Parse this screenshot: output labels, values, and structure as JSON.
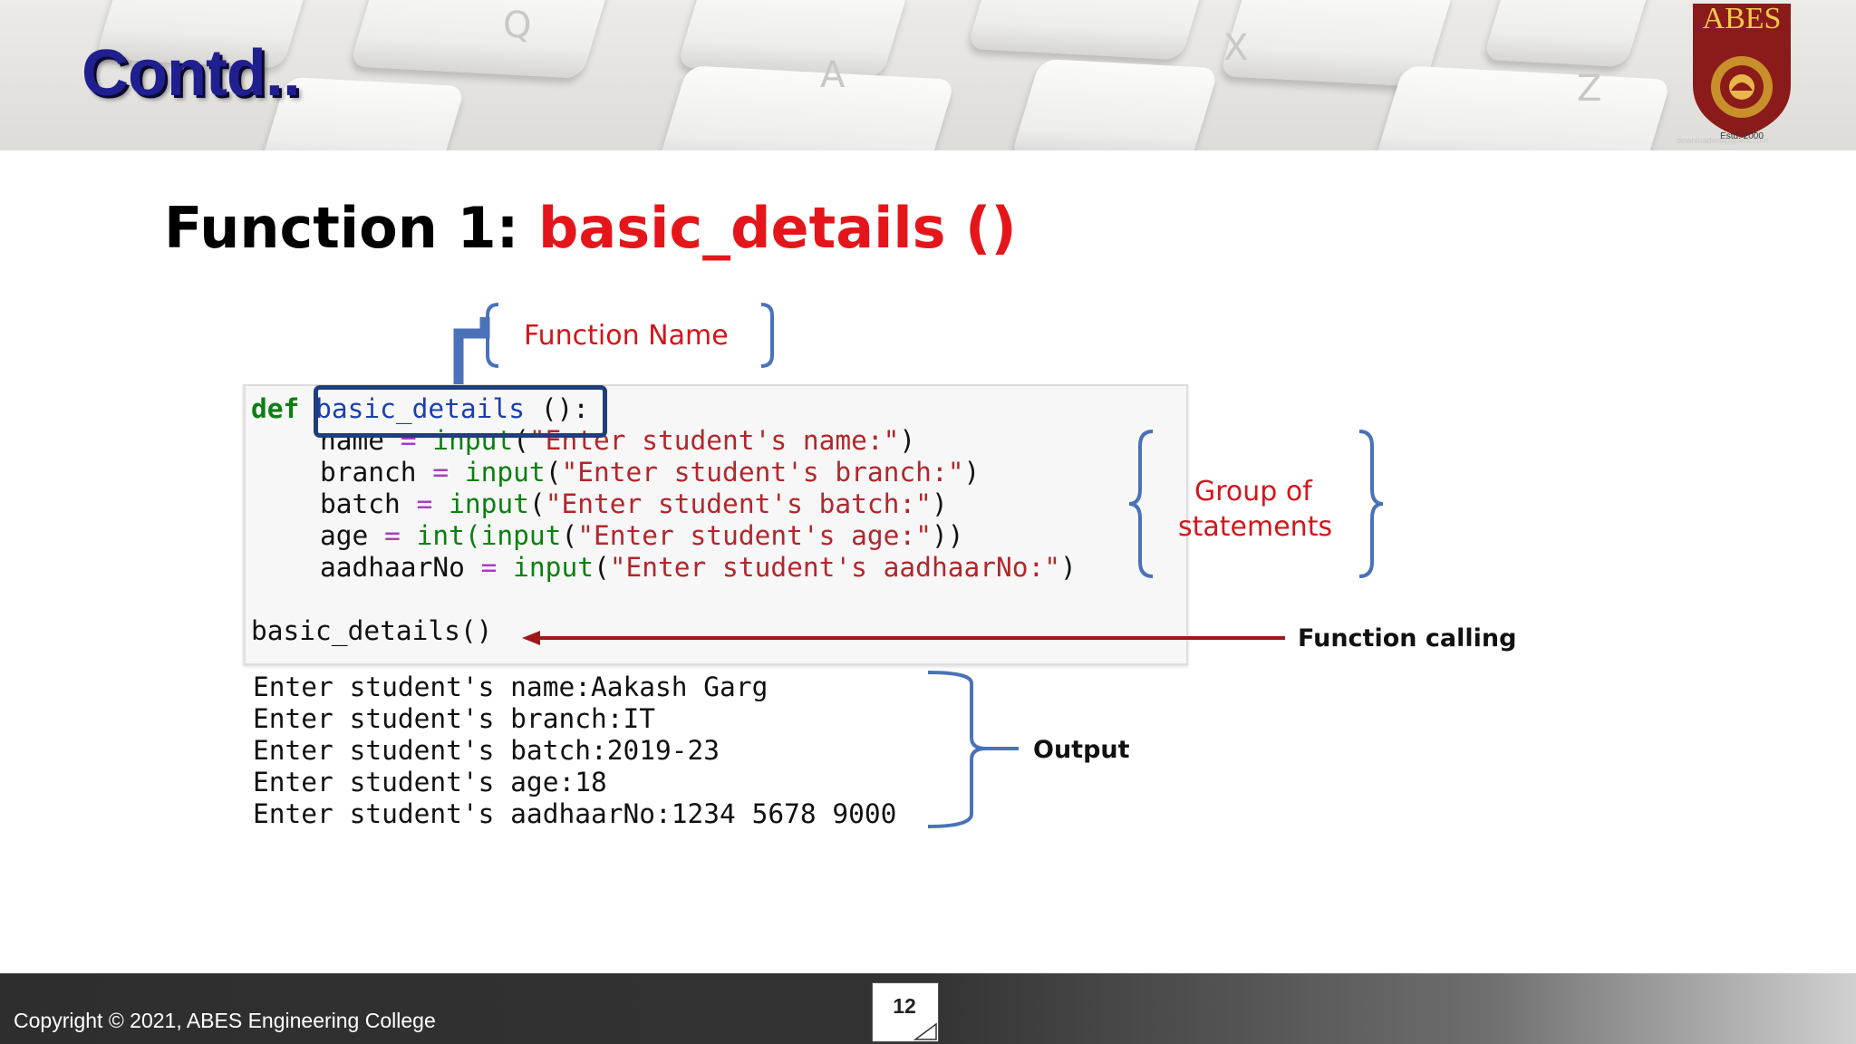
{
  "header": {
    "title": "Contd..",
    "logo_text": "ABES",
    "logo_est": "Estd. 2000",
    "watermark": "downloadwallpapers.com"
  },
  "slide": {
    "title_prefix": "Function 1: ",
    "title_function": "basic_details ()"
  },
  "code": {
    "line1": {
      "keyword": "def",
      "name": "basic_details",
      "rest": " ():"
    },
    "lines": [
      {
        "var": "name",
        "eq": "=",
        "call": "input",
        "open": "(",
        "str": "\"Enter student's name:\"",
        "close": ")"
      },
      {
        "var": "branch",
        "eq": "=",
        "call": "input",
        "open": "(",
        "str": "\"Enter student's branch:\"",
        "close": ")"
      },
      {
        "var": "batch",
        "eq": "=",
        "call": "input",
        "open": "(",
        "str": "\"Enter student's batch:\"",
        "close": ")"
      },
      {
        "var": "age",
        "eq": "=",
        "call": "int(input",
        "open": "(",
        "str": "\"Enter student's age:\"",
        "close": "))"
      },
      {
        "var": "aadhaarNo",
        "eq": "=",
        "call": "input",
        "open": "(",
        "str": "\"Enter student's aadhaarNo:\"",
        "close": ")"
      }
    ],
    "call_line": "basic_details()"
  },
  "output": [
    "Enter student's name:Aakash Garg",
    "Enter student's branch:IT",
    "Enter student's batch:2019-23",
    "Enter student's age:18",
    "Enter student's aadhaarNo:1234 5678 9000"
  ],
  "annotations": {
    "function_name": "Function Name",
    "group_line1": "Group of",
    "group_line2": "statements",
    "function_calling": "Function calling",
    "output": "Output"
  },
  "colors": {
    "title_red": "#e4161b",
    "annotation_red": "#d3161b",
    "bracket_blue": "#4a72b8",
    "box_navy": "#1f3e7a",
    "arrow_red": "#a0161b",
    "contd_blue": "#1f1f8f"
  },
  "footer": {
    "copyright": "Copyright © 2021, ABES Engineering College",
    "page_number": "12"
  }
}
